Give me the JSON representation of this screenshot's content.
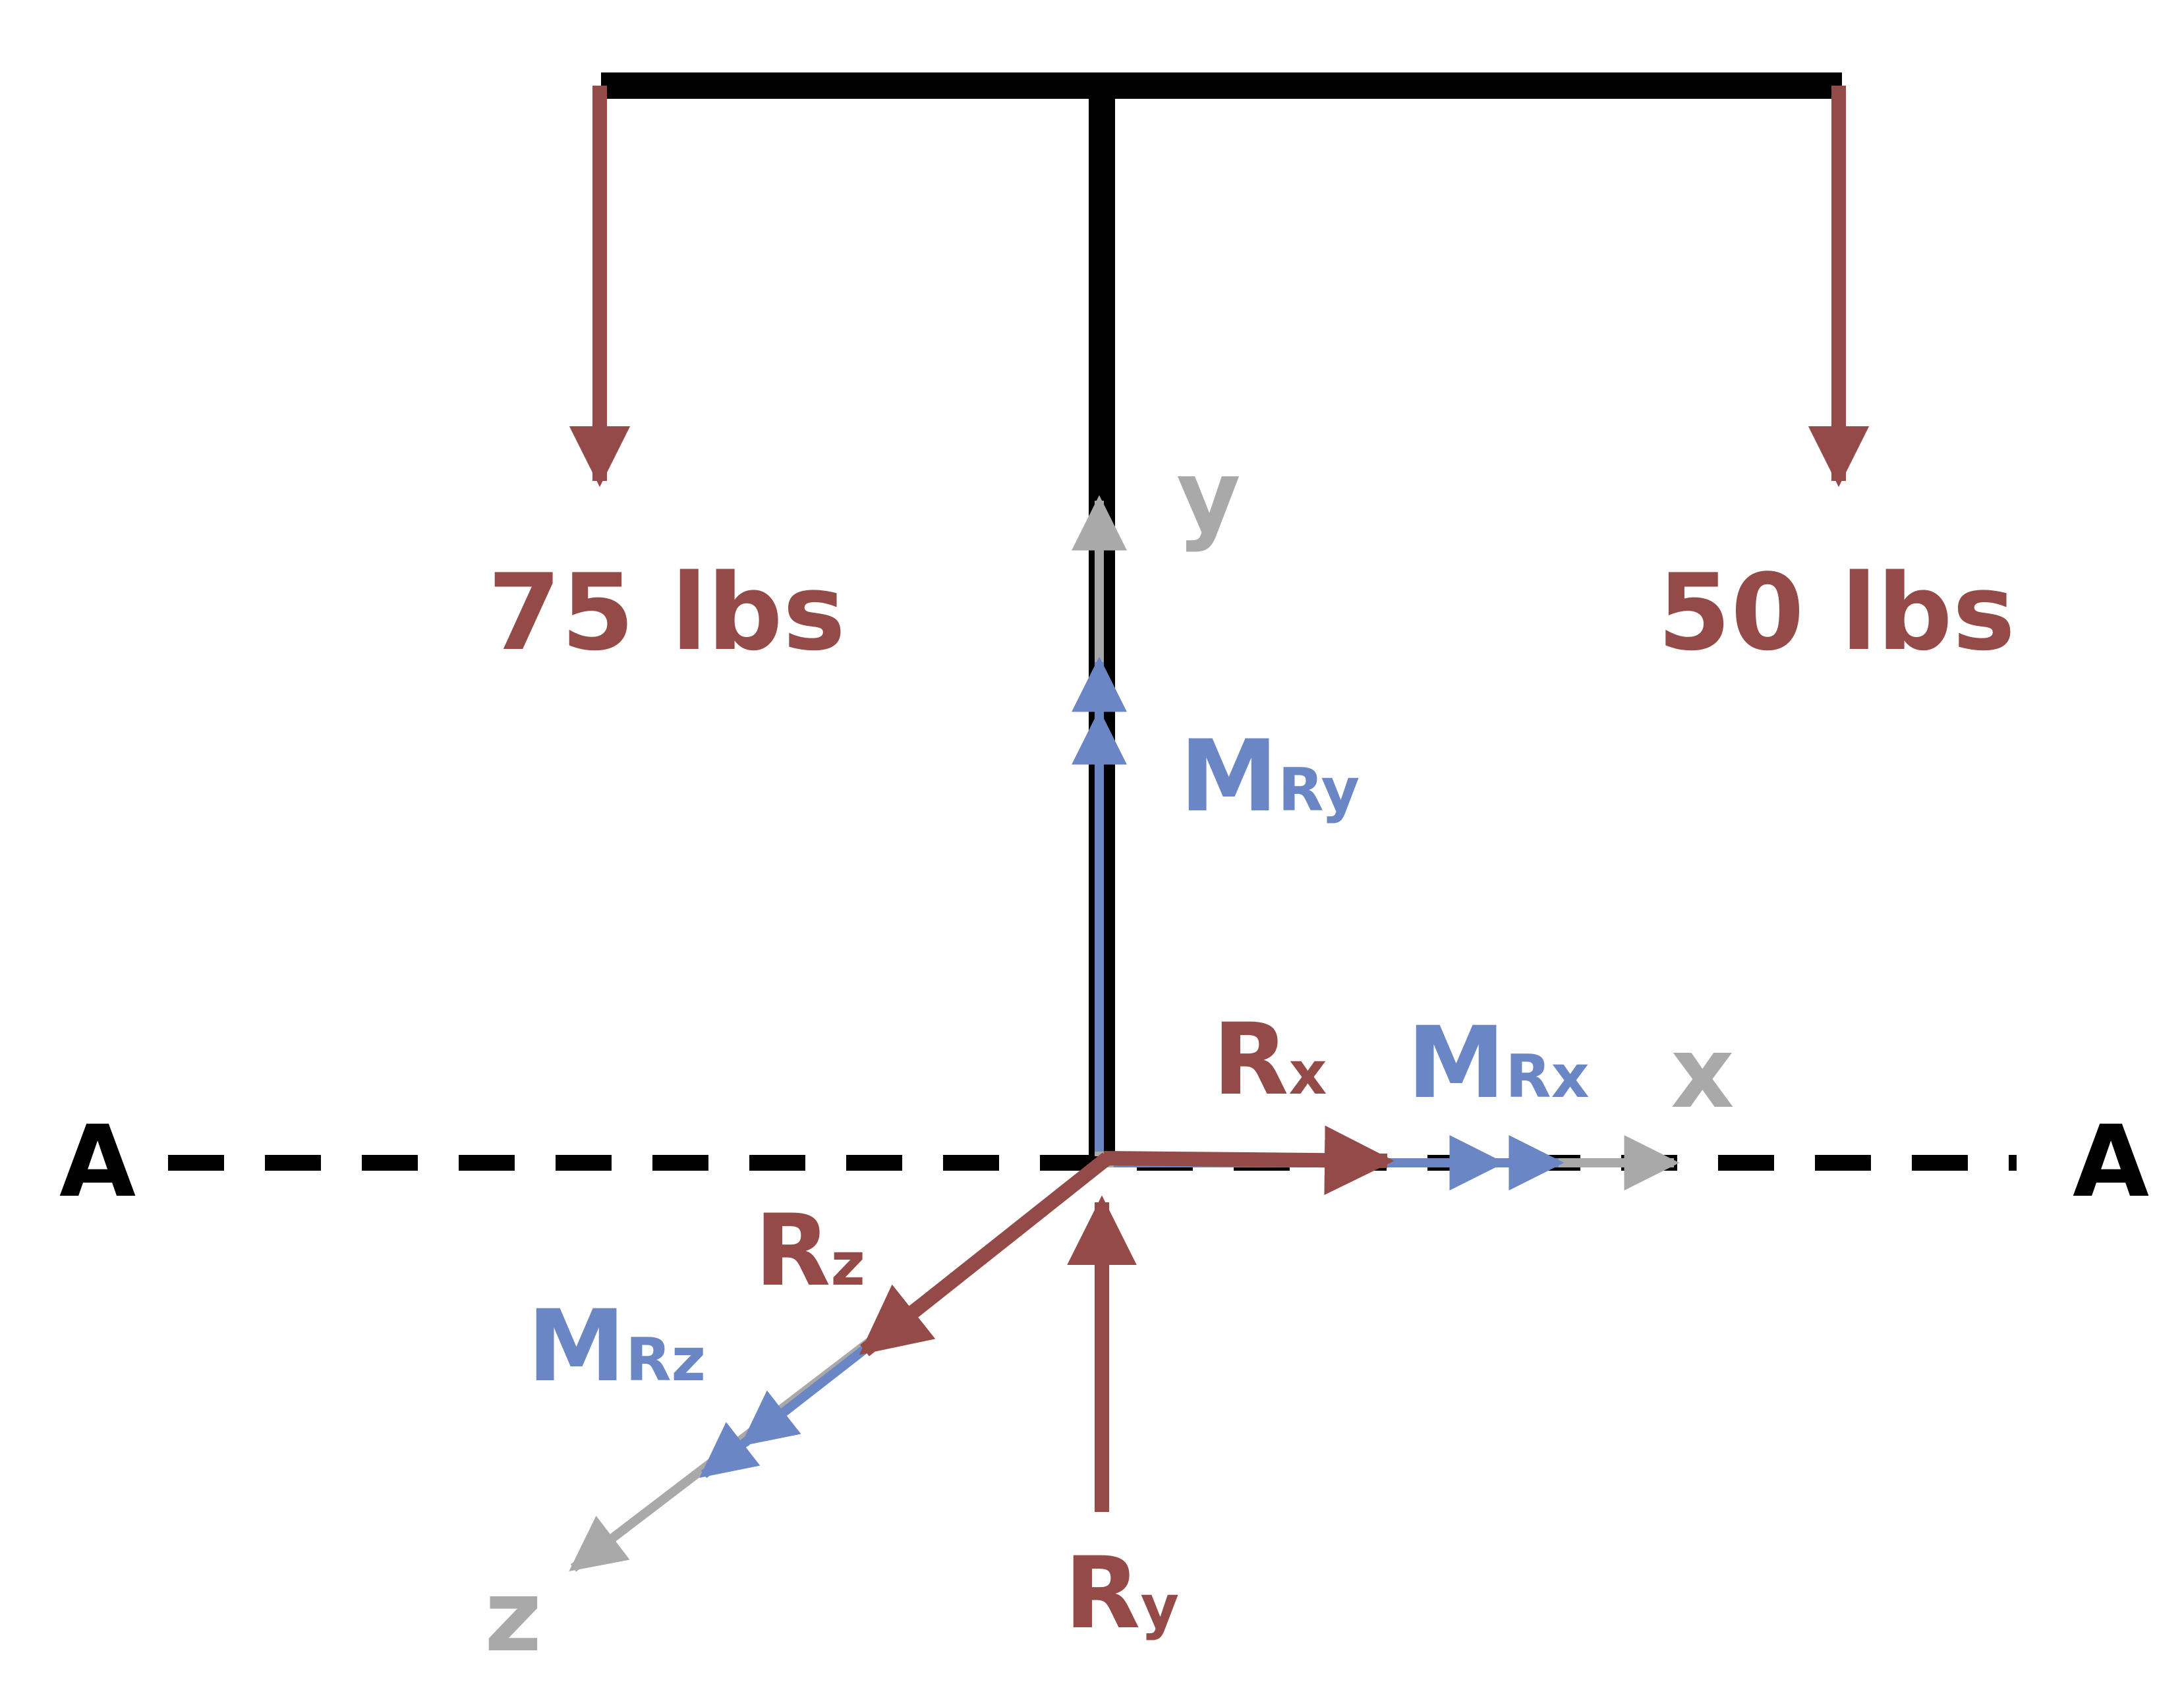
{
  "colors": {
    "structure": "#000000",
    "force": "#944a47",
    "moment": "#6b86c5",
    "axis": "#a9a9a9",
    "background": "#ffffff"
  },
  "loads": {
    "left": "75 lbs",
    "right": "50 lbs"
  },
  "section": {
    "left": "A",
    "right": "A"
  },
  "axes": {
    "x": "x",
    "y": "y",
    "z": "z"
  },
  "reactions": {
    "rx": {
      "main": "R",
      "sub": "x"
    },
    "ry": {
      "main": "R",
      "sub": "y"
    },
    "rz": {
      "main": "R",
      "sub": "z"
    }
  },
  "moments": {
    "mrx": {
      "main": "M",
      "sub": "Rx"
    },
    "mry": {
      "main": "M",
      "sub": "Ry"
    },
    "mrz": {
      "main": "M",
      "sub": "Rz"
    }
  }
}
